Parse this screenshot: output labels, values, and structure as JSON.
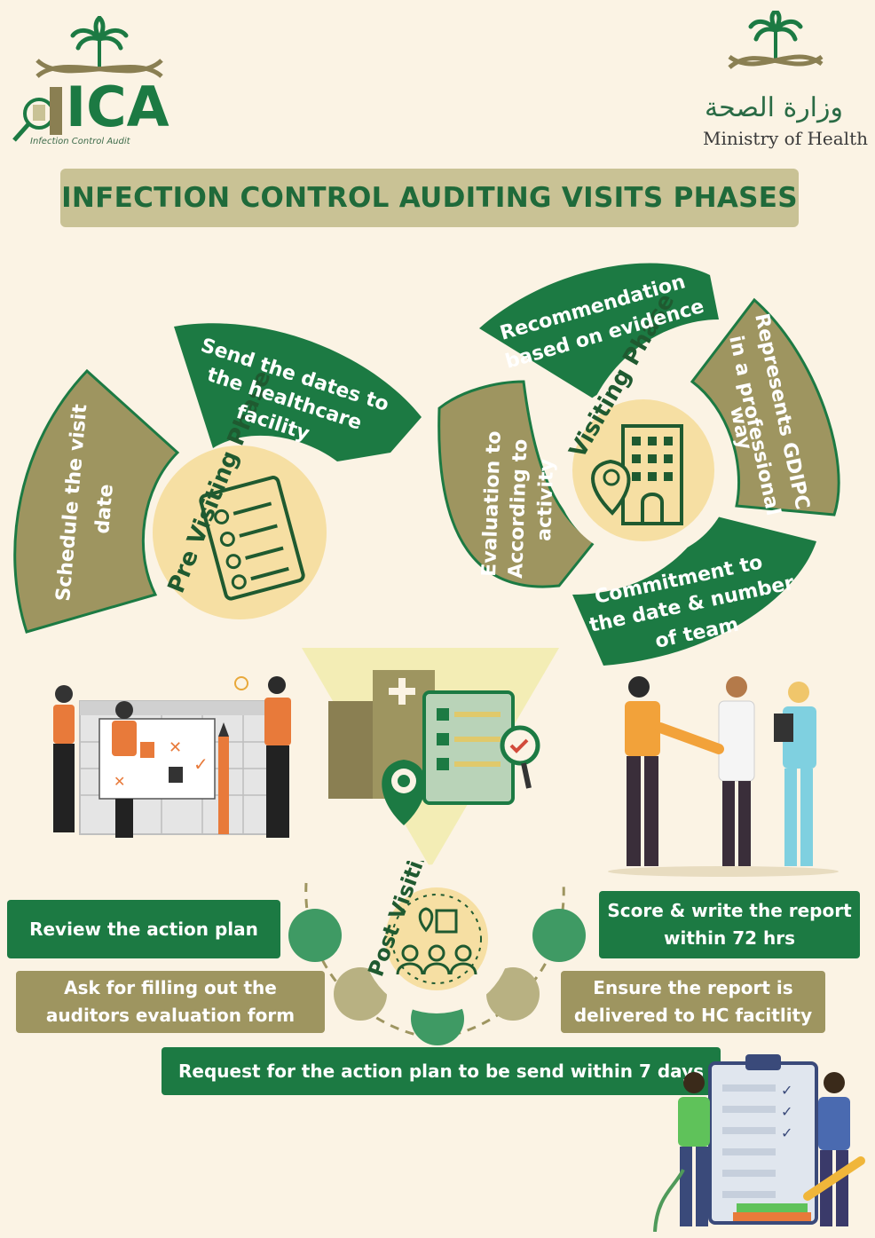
{
  "logo_left": {
    "text": "ICA",
    "subtitle": "Infection Control Audit"
  },
  "logo_right": {
    "arabic": "وزارة الصحة",
    "english": "Ministry of Health"
  },
  "title": "INFECTION CONTROL AUDITING VISITS PHASES",
  "pre_phase": {
    "label": "Pre Visiting Phase",
    "step1": [
      "Schedule the visit",
      "date"
    ],
    "step2": [
      "Send the dates to",
      "the healthcare",
      "facility"
    ]
  },
  "visit_phase": {
    "label": "Visiting Phase",
    "step_top": [
      "Recommendation",
      "based on evidence"
    ],
    "step_right": [
      "Represents GDIPC",
      "in a professional",
      "way"
    ],
    "step_bottom": [
      "Commitment to",
      "the date & number",
      "of team"
    ],
    "step_left": [
      "Evaluation to",
      "According to",
      "activity"
    ]
  },
  "post_phase": {
    "label": "Post Visiting Phase",
    "review": "Review the action plan",
    "ask": [
      "Ask for filling out the",
      "auditors evaluation form"
    ],
    "request": "Request for the action plan to be send within 7 days",
    "score": [
      "Score & write the report",
      "within 72 hrs"
    ],
    "ensure": [
      "Ensure the report is",
      "delivered to HC facitlity"
    ]
  },
  "colors": {
    "green": "#1c7a43",
    "olive": "#9e9560",
    "cream": "#fbf3e4",
    "yellow": "#f6dfa3",
    "dark_green": "#1f6a3a"
  }
}
